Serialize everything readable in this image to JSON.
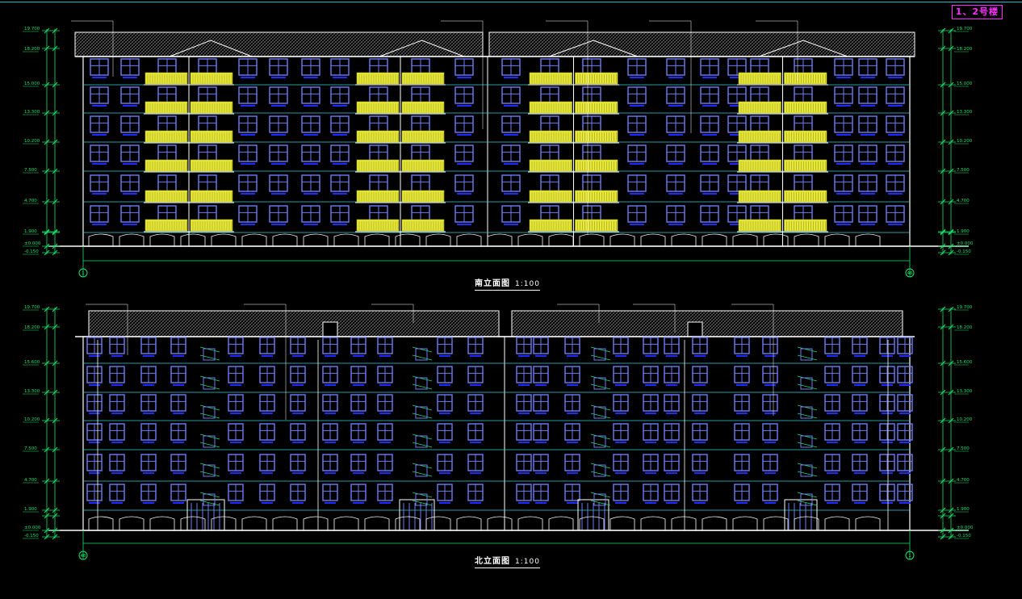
{
  "sheet_tag": "1、2号楼",
  "drawings": {
    "south": {
      "title": "南立面图",
      "scale": "1:100",
      "axis_left": "1",
      "axis_right": "48"
    },
    "north": {
      "title": "北立面图",
      "scale": "1:100",
      "axis_left": "48",
      "axis_right": "1"
    }
  },
  "elevation_marks_south": [
    "19.700",
    "18.200",
    "15.000",
    "13.300",
    "10.200",
    "7.500",
    "4.700",
    "1.900",
    "±0.000",
    "-0.150"
  ],
  "elevation_marks_north": [
    "19.700",
    "18.200",
    "15.600",
    "13.300",
    "10.200",
    "7.500",
    "4.700",
    "1.900",
    "±0.000",
    "-0.150"
  ],
  "colors": {
    "background": "#000000",
    "wall_outline": "#ffffff",
    "window": "#6e7df5",
    "balcony": "#e8e83a",
    "dimension": "#19e36a",
    "floor_line": "#2fd0d8",
    "sill": "#1a2cff",
    "roof_hatch": "#9a9a9a",
    "sheet_tag": "#ff2cff"
  }
}
